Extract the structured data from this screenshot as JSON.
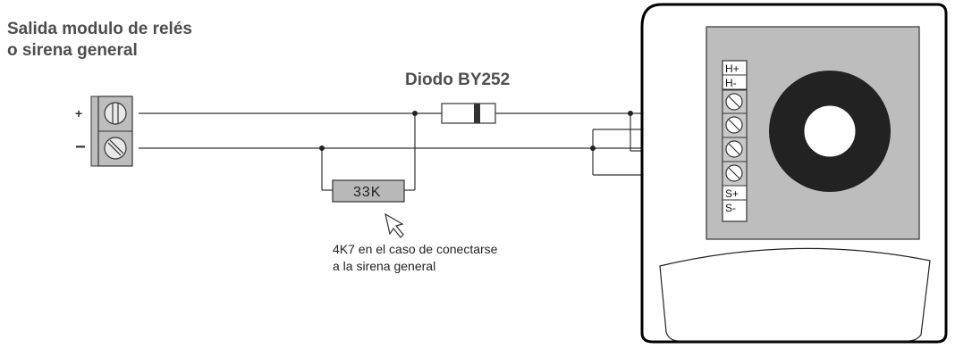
{
  "output_title": {
    "line1": "Salida modulo de relés",
    "line2": "o sirena general"
  },
  "diode": {
    "label": "Diodo BY252"
  },
  "resistor": {
    "label": "33K"
  },
  "note": {
    "line1": "4K7 en el caso de conectarse",
    "line2": "a la sirena general"
  },
  "input_terminal": {
    "positive_symbol": "+",
    "negative_symbol": "−"
  },
  "siren_terminals": {
    "top": [
      "H+",
      "H-"
    ],
    "bottom": [
      "S+",
      "S-"
    ]
  }
}
